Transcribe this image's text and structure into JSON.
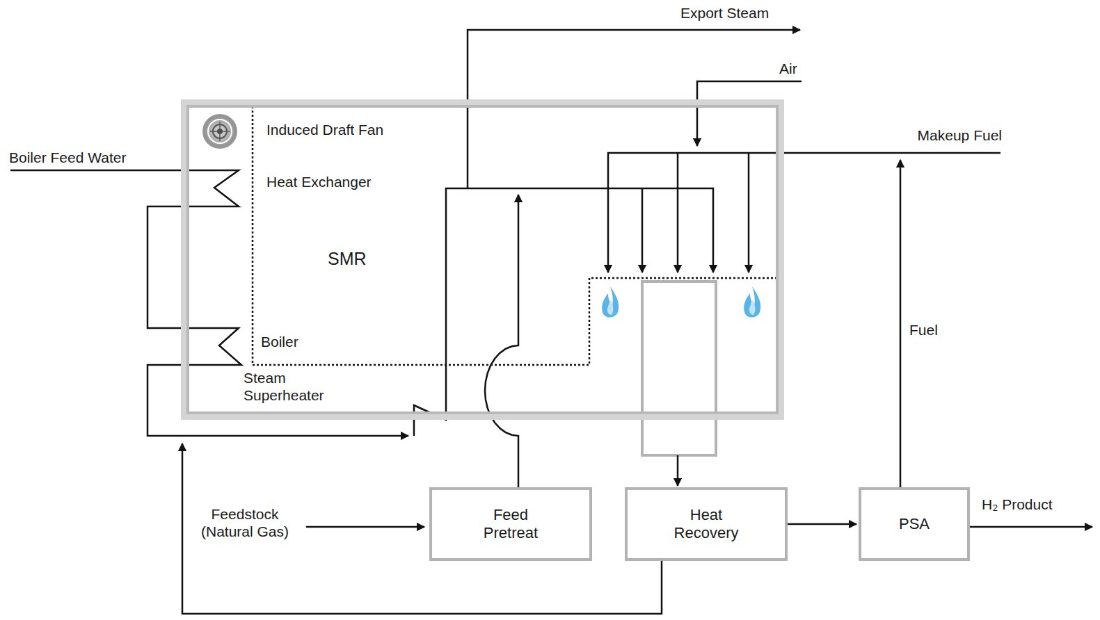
{
  "diagram": {
    "nodes": [
      {
        "text": [
          "SMR"
        ]
      },
      {
        "text": [
          "Feed Pretreat"
        ]
      },
      {
        "text": [
          "Heat Recovery"
        ]
      },
      {
        "text": [
          "PSA"
        ]
      }
    ],
    "edges": [
      {
        "from": 1,
        "to": 0,
        "arrow": "to"
      },
      {
        "from": 2,
        "to": 3,
        "arrow": "to"
      },
      {
        "from": 3,
        "to": 0,
        "arrow": "to"
      },
      {
        "from": 2,
        "to": 0,
        "arrow": "to"
      },
      {
        "from": 0,
        "to": 2,
        "arrow": "to"
      }
    ],
    "labels": [
      "Induced Draft Fan",
      "Heat Exchanger",
      "Boiler",
      "Steam Superheater",
      "Export Steam",
      "Air",
      "Makeup Fuel",
      "Boiler Feed Water",
      "Feedstock (Natural Gas)",
      "Fuel",
      "H₂ Product"
    ]
  }
}
